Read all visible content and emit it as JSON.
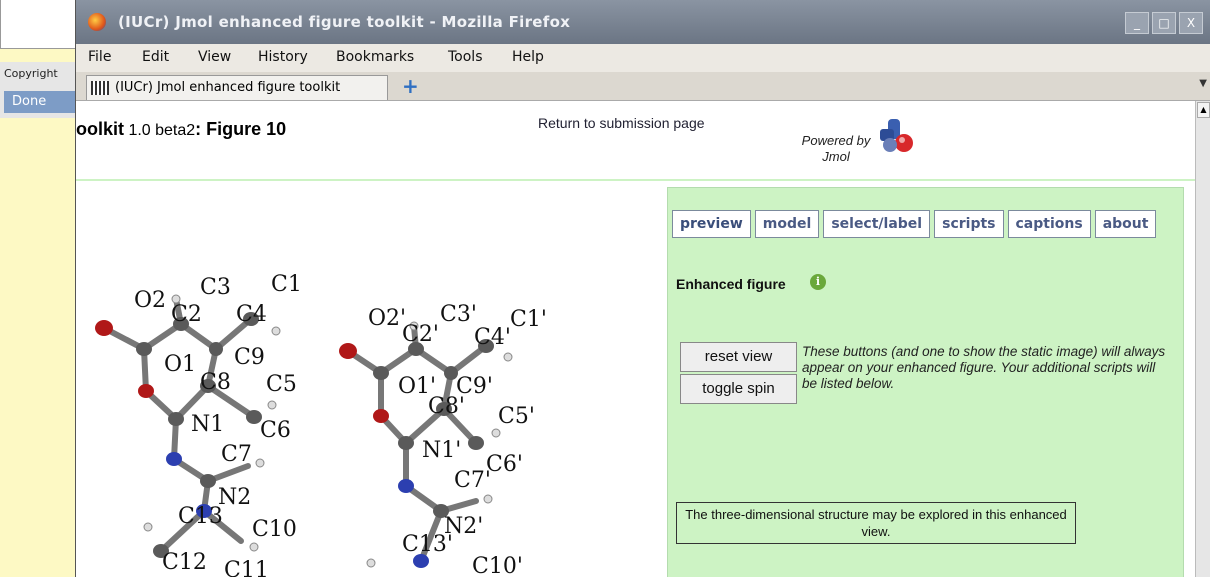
{
  "background_window": {
    "status_copyright": "Copyright",
    "status_done": "Done"
  },
  "window": {
    "title": "(IUCr) Jmol enhanced figure toolkit - Mozilla Firefox",
    "controls": [
      "_",
      "□",
      "X"
    ]
  },
  "menu": {
    "file": "File",
    "edit": "Edit",
    "view": "View",
    "history": "History",
    "bookmarks": "Bookmarks",
    "tools": "Tools",
    "help": "Help"
  },
  "tab": {
    "label": "(IUCr) Jmol enhanced figure toolkit",
    "new_tab": "+"
  },
  "header": {
    "title_prefix": "oolkit",
    "version": " 1.0 beta2",
    "title_suffix": ": Figure 10",
    "return_link": "Return to submission page",
    "powered_by": "Powered by",
    "jmol": "Jmol"
  },
  "panel": {
    "tabs": [
      "preview",
      "model",
      "select/label",
      "scripts",
      "captions",
      "about"
    ],
    "active_tab": "preview",
    "enhanced_figure_title": "Enhanced figure",
    "info_symbol": "i",
    "reset_view": "reset view",
    "toggle_spin": "toggle spin",
    "buttons_description": "These buttons (and one to show the static image) will always appear on your enhanced figure. Your additional scripts will be listed below.",
    "note": "The three-dimensional structure may be explored in this enhanced view."
  },
  "molecule_labels": {
    "left": [
      "O2",
      "C2",
      "C3",
      "C1",
      "C4",
      "O1",
      "C9",
      "C8",
      "C5",
      "N1",
      "C6",
      "C7",
      "N2",
      "C13",
      "C10",
      "C12",
      "C11"
    ],
    "right": [
      "O2'",
      "C2'",
      "C3'",
      "C1'",
      "C4'",
      "O1'",
      "C9'",
      "C8'",
      "C5'",
      "N1'",
      "C6'",
      "C7'",
      "N2'",
      "C13'",
      "C10'"
    ]
  },
  "colors": {
    "panel_green": "#cdf3c4",
    "desktop_yellow": "#fdf9c4",
    "titlebar": "#7b8594",
    "tab_text": "#4a5a84"
  }
}
